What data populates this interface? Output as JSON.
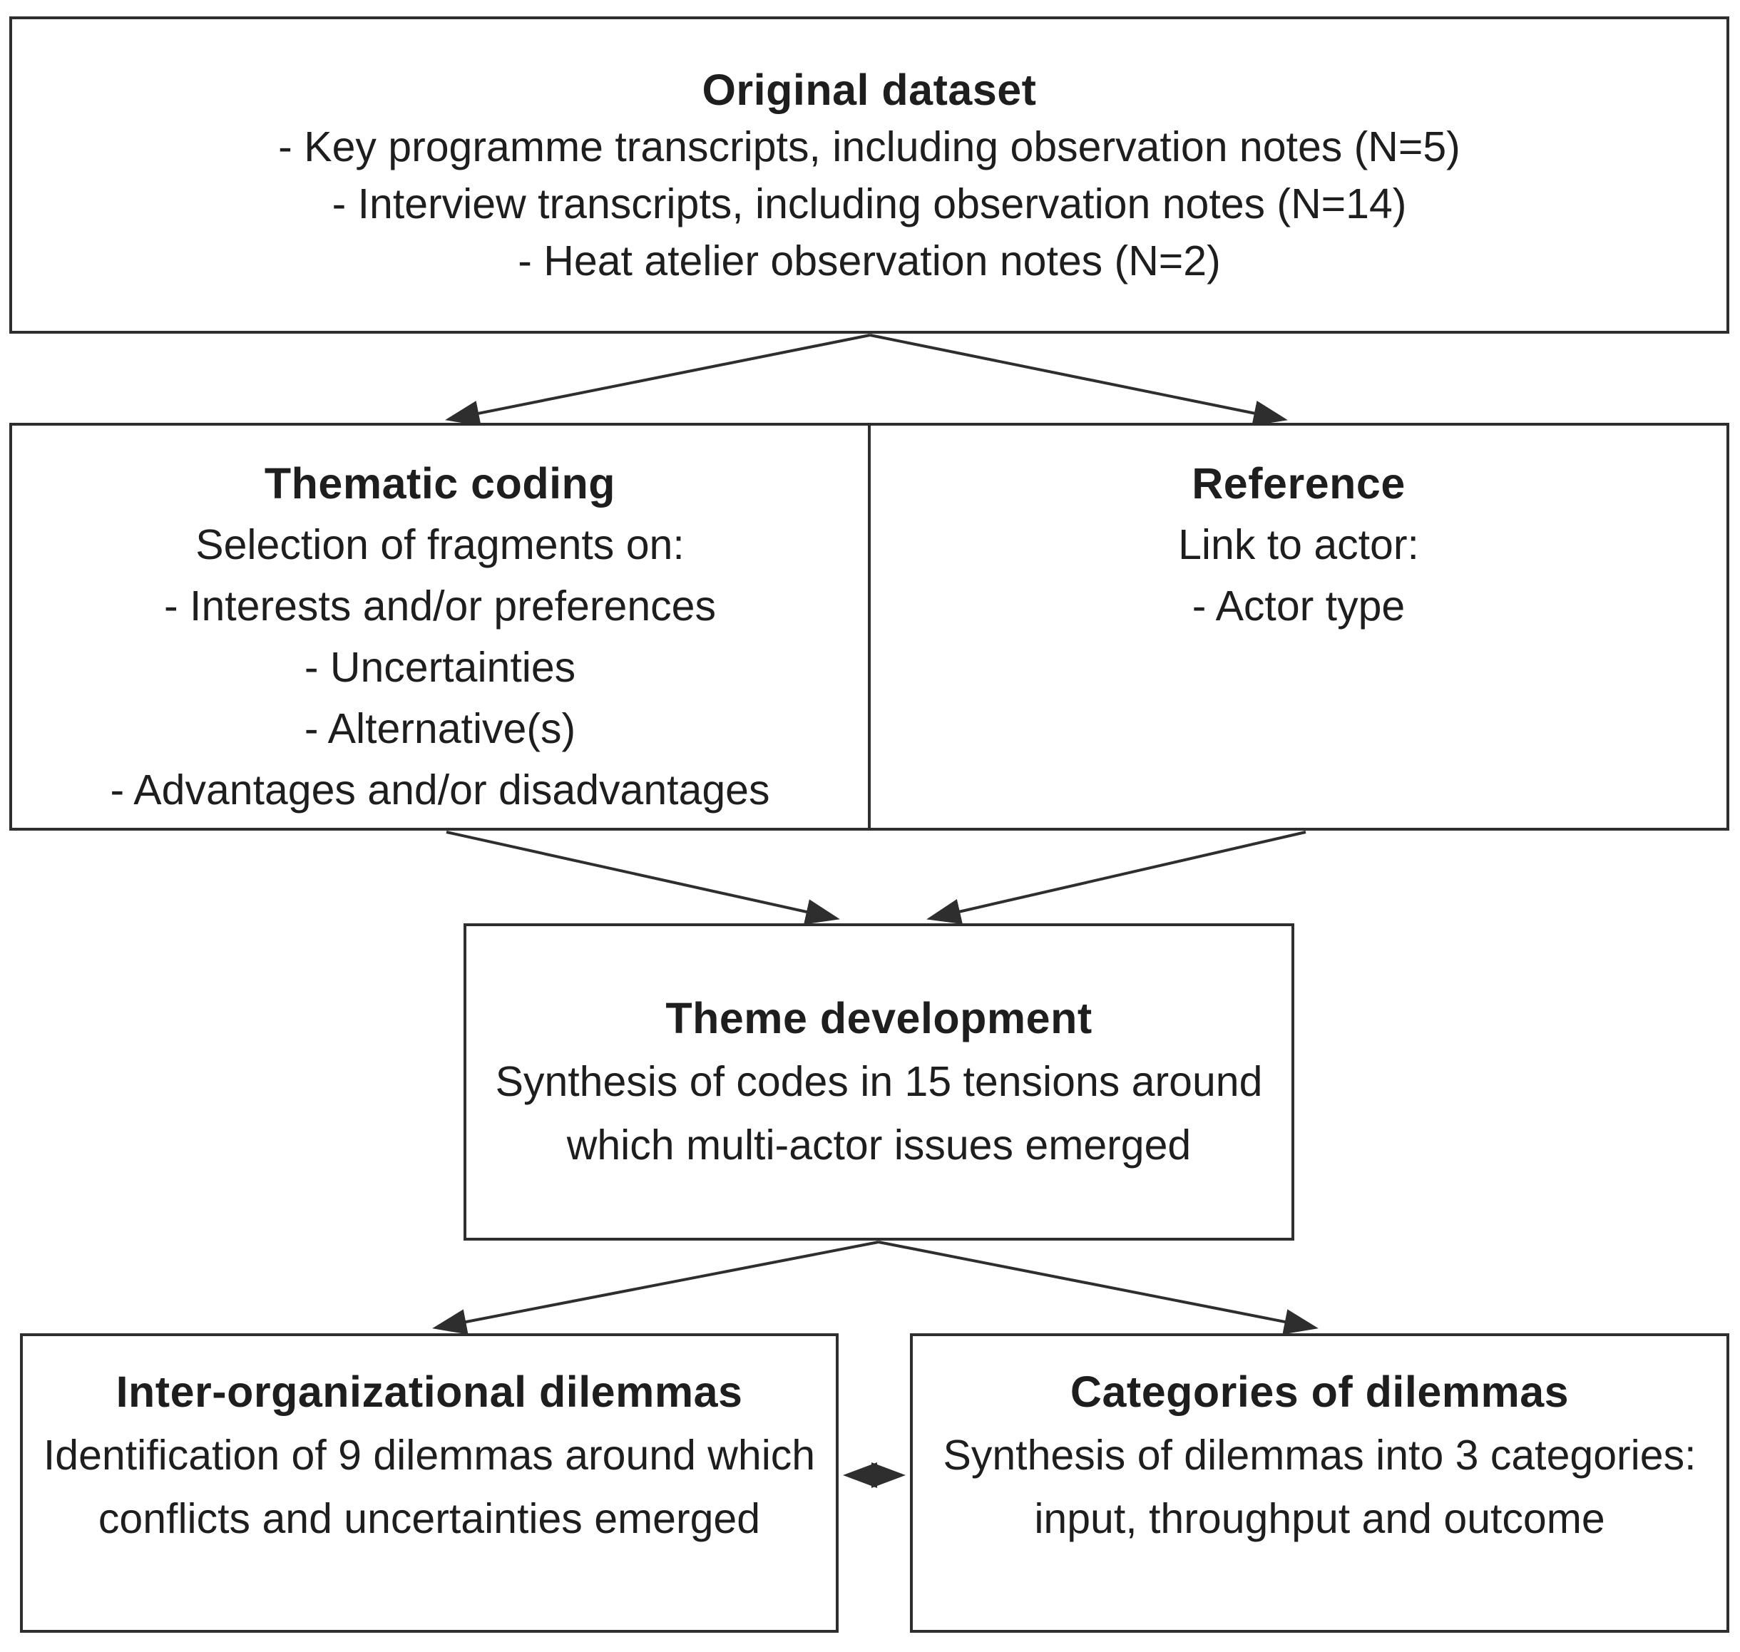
{
  "figure": {
    "background_color": "#ffffff",
    "line_color": "#2e2e2e",
    "text_color": "#1e1e1e",
    "nodes": {
      "original": {
        "title": "Original dataset",
        "lines": [
          "- Key programme transcripts, including observation notes (N=5)",
          "- Interview transcripts, including observation notes (N=14)",
          "- Heat atelier observation notes (N=2)"
        ]
      },
      "thematic": {
        "title": "Thematic coding",
        "lines": [
          "Selection of fragments on:",
          "- Interests and/or preferences",
          "- Uncertainties",
          "- Alternative(s)",
          "- Advantages and/or disadvantages"
        ]
      },
      "reference": {
        "title": "Reference",
        "lines": [
          "Link to actor:",
          "- Actor type"
        ]
      },
      "theme": {
        "title": "Theme development",
        "body": "Synthesis of codes in 15 tensions around which multi-actor issues emerged"
      },
      "inter_org": {
        "title": "Inter-organizational dilemmas",
        "body": "Identification of 9 dilemmas around which conflicts and uncertainties emerged"
      },
      "categories": {
        "title": "Categories of dilemmas",
        "body": "Synthesis of dilemmas into 3 categories: input, throughput and outcome"
      }
    },
    "connections": [
      {
        "from": "Original dataset",
        "to": "Thematic coding",
        "type": "arrow"
      },
      {
        "from": "Original dataset",
        "to": "Reference",
        "type": "arrow"
      },
      {
        "from": "Thematic coding",
        "to": "Theme development",
        "type": "arrow"
      },
      {
        "from": "Reference",
        "to": "Theme development",
        "type": "arrow"
      },
      {
        "from": "Theme development",
        "to": "Inter-organizational dilemmas",
        "type": "arrow"
      },
      {
        "from": "Theme development",
        "to": "Categories of dilemmas",
        "type": "arrow"
      },
      {
        "from": "Inter-organizational dilemmas",
        "to": "Categories of dilemmas",
        "type": "double-arrow"
      }
    ]
  }
}
